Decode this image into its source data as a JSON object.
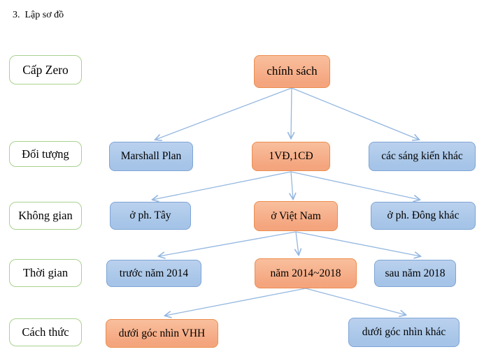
{
  "title": "3.  Lập sơ đồ",
  "row_labels": [
    "Cấp Zero",
    "Đối tượng",
    "Không gian",
    "Thời gian",
    "Cách thức"
  ],
  "levels": [
    {
      "name": "cap-zero",
      "nodes": [
        {
          "label": "chính sách",
          "variant": "orange"
        }
      ]
    },
    {
      "name": "doi-tuong",
      "nodes": [
        {
          "label": "Marshall Plan",
          "variant": "blue"
        },
        {
          "label": "1VĐ,1CĐ",
          "variant": "orange"
        },
        {
          "label": "các sáng kiến khác",
          "variant": "blue"
        }
      ]
    },
    {
      "name": "khong-gian",
      "nodes": [
        {
          "label": "ở ph. Tây",
          "variant": "blue"
        },
        {
          "label": "ở Việt Nam",
          "variant": "orange"
        },
        {
          "label": "ở ph. Đông khác",
          "variant": "blue"
        }
      ]
    },
    {
      "name": "thoi-gian",
      "nodes": [
        {
          "label": "trước năm 2014",
          "variant": "blue"
        },
        {
          "label": "năm 2014~2018",
          "variant": "orange"
        },
        {
          "label": "sau năm 2018",
          "variant": "blue"
        }
      ]
    },
    {
      "name": "cach-thuc",
      "nodes": [
        {
          "label": "dưới góc nhìn VHH",
          "variant": "orange"
        },
        {
          "label": "dưới góc nhìn khác",
          "variant": "blue"
        }
      ]
    }
  ],
  "colors": {
    "orange_fill": "#f4a57e",
    "orange_fill_light": "#f9bf9d",
    "orange_border": "#ec8c4e",
    "blue_fill": "#a5c4e7",
    "blue_fill_light": "#bad1ee",
    "blue_border": "#7da4d5",
    "green_border": "#a9d18e",
    "arrow": "#94b7e0",
    "text": "#000000"
  }
}
